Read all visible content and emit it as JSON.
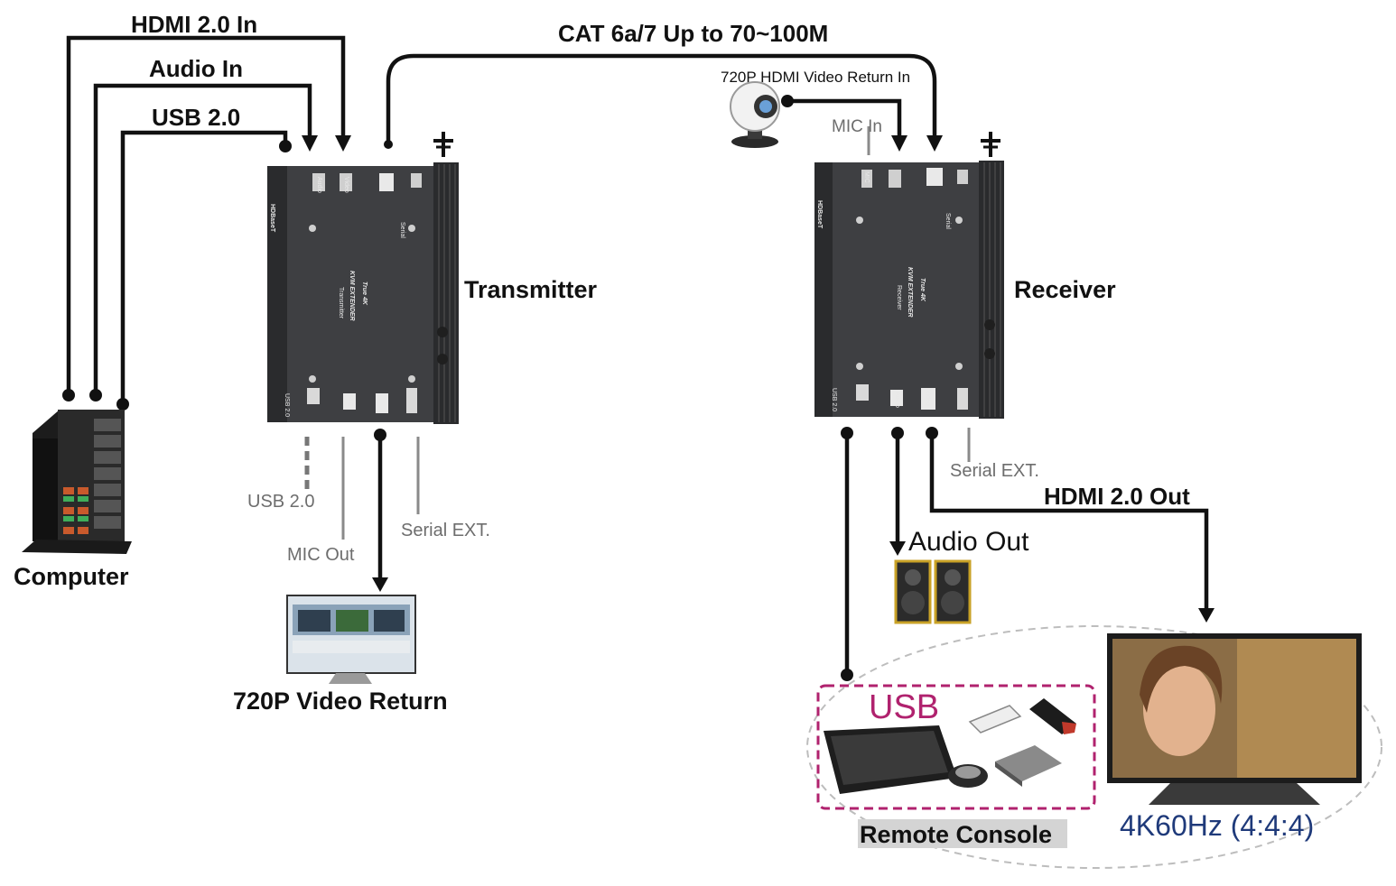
{
  "labels": {
    "hdmi_in": "HDMI 2.0 In",
    "audio_in": "Audio In",
    "usb_in": "USB 2.0",
    "cat": "CAT 6a/7 Up to 70~100M",
    "video_return_in": "720P HDMI Video Return In",
    "mic_in": "MIC In",
    "transmitter": "Transmitter",
    "receiver": "Receiver",
    "computer": "Computer",
    "tx_usb": "USB 2.0",
    "mic_out": "MIC Out",
    "tx_serial": "Serial EXT.",
    "video_return": "720P Video Return",
    "rx_serial": "Serial EXT.",
    "hdmi_out": "HDMI 2.0 Out",
    "audio_out": "Audio Out",
    "usb": "USB",
    "remote_console": "Remote Console",
    "display_mode": "4K60Hz (4:4:4)"
  },
  "device": {
    "title_line1": "True 4K",
    "title_line2": "KVM EXTENDER",
    "tx_sub": "Transmitter",
    "rx_sub": "Receiver",
    "brand": "HDBaseT",
    "port_usb": "USB 2.0",
    "port_audio": "Audio",
    "port_video": "Video",
    "port_mic": "MIC",
    "port_serial": "Serial"
  },
  "colors": {
    "usb_label": "#b0226e",
    "usb_box": "#b0226e",
    "display_mode": "#1f3a7a",
    "speaker_trim": "#c9a227"
  }
}
